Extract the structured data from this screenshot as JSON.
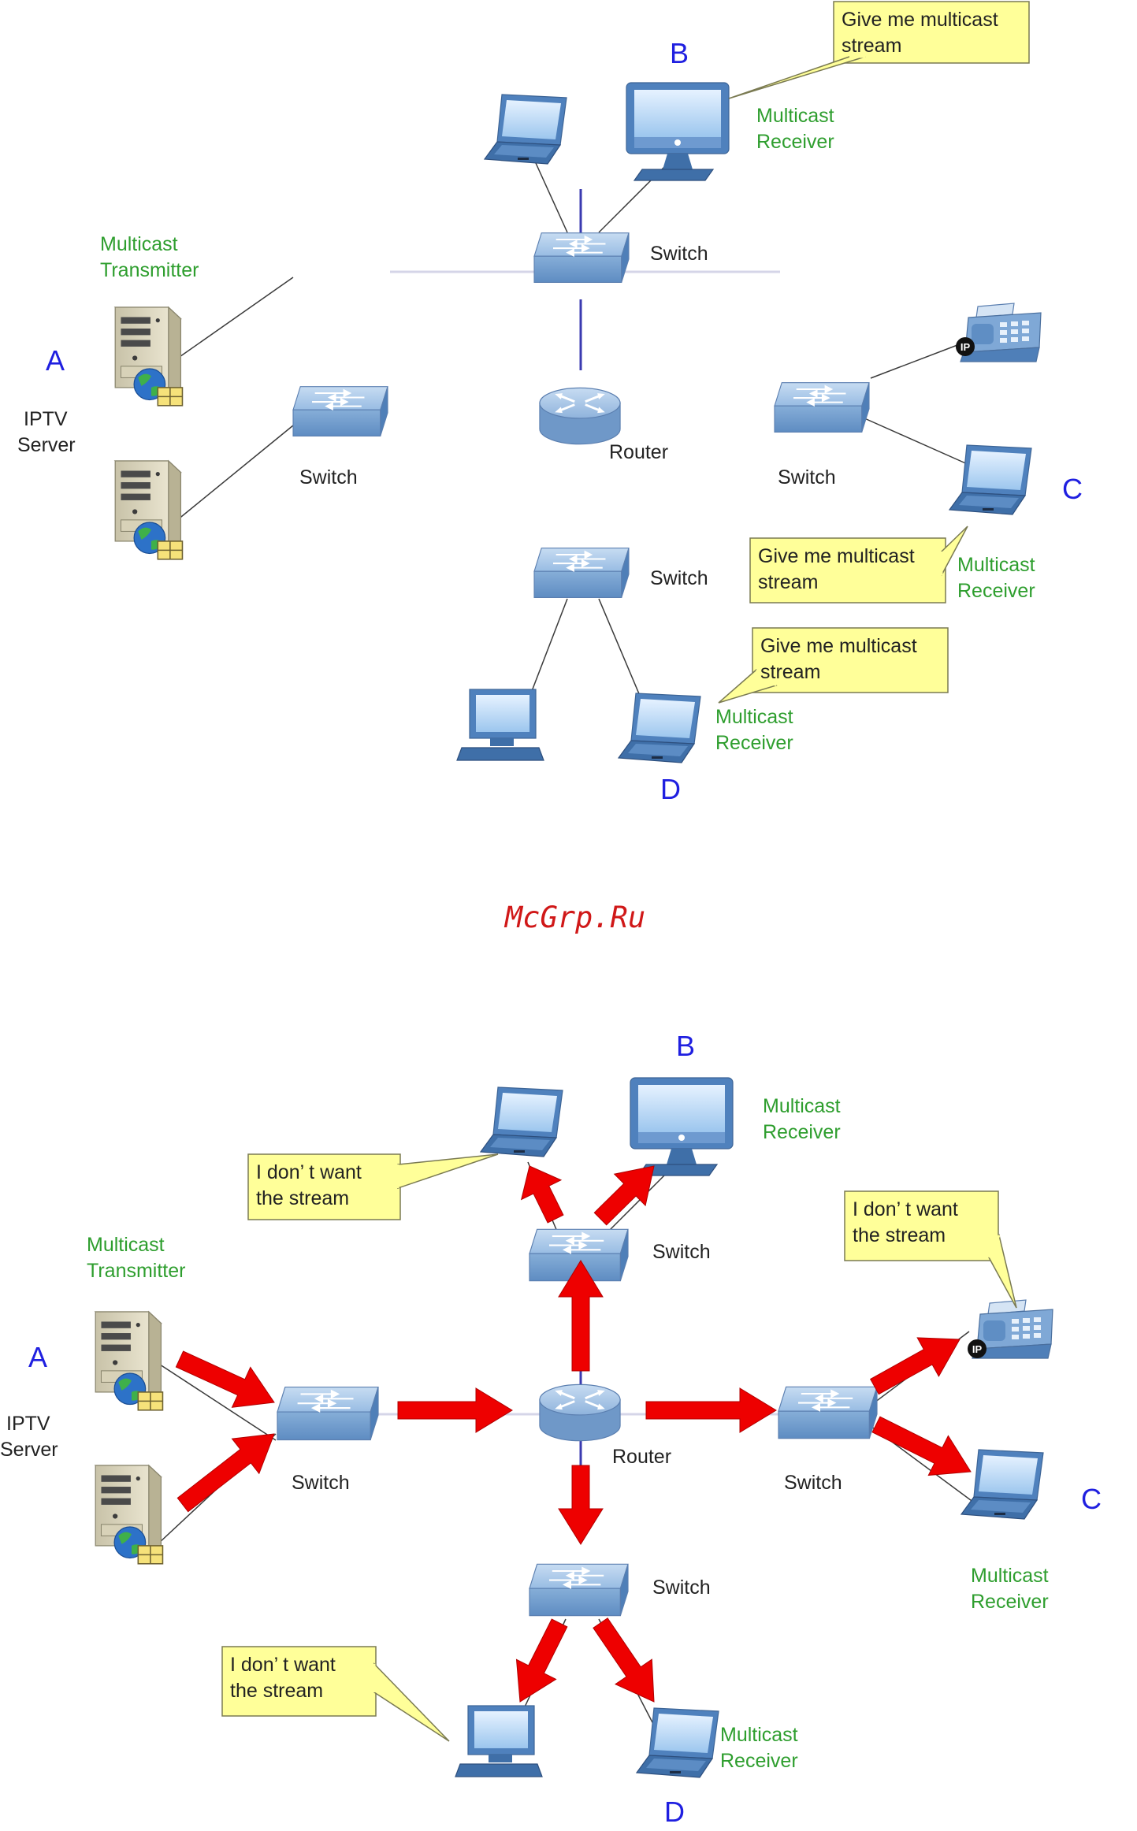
{
  "watermark": "McGrp.Ru",
  "labels": {
    "switch": "Switch",
    "router": "Router",
    "multicast": "Multicast",
    "receiver": "Receiver",
    "transmitter": "Transmitter",
    "iptv": "IPTV",
    "server": "Server",
    "node_a": "A",
    "node_b": "B",
    "node_c": "C",
    "node_d": "D",
    "ip_badge": "IP"
  },
  "bubbles": {
    "give_line1": "Give me multicast",
    "give_line2": "stream",
    "dont_line1": "I don’ t want",
    "dont_line2": "the stream"
  },
  "colors": {
    "switch_blue": "#7fa8d6",
    "link_line": "#3a3ab0",
    "flow_arrow": "#ee0000",
    "bubble_fill": "#ffff99",
    "receiver_label": "#2e9e2e",
    "node_letter": "#1f1fe0",
    "watermark": "#d01818"
  }
}
